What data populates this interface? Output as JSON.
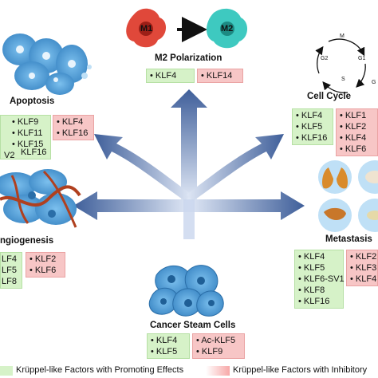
{
  "m2": {
    "title": "M2 Polarization",
    "m1_label": "M1",
    "m2_label": "M2",
    "promoting": [
      "KLF4"
    ],
    "inhibitory": [
      "KLF14"
    ]
  },
  "apoptosis": {
    "title": "Apoptosis",
    "promoting": [
      "KLF9",
      "KLF11",
      "KLF15",
      "V2",
      "KLF16"
    ],
    "inhibitory": [
      "KLF4",
      "KLF16"
    ]
  },
  "cell_cycle": {
    "title": "Cell Cycle",
    "phases": [
      "M",
      "G2",
      "G1",
      "S",
      "G"
    ],
    "promoting": [
      "KLF4",
      "KLF5",
      "KLF16"
    ],
    "inhibitory": [
      "KLF1",
      "KLF2",
      "KLF4",
      "KLF6"
    ]
  },
  "angiogenesis": {
    "title": "ngiogenesis",
    "promoting": [
      "LF4",
      "LF5",
      "LF8"
    ],
    "inhibitory": [
      "KLF2",
      "KLF6"
    ]
  },
  "metastasis": {
    "title": "Metastasis",
    "promoting": [
      "KLF4",
      "KLF5",
      "KLF6-SV1",
      "KLF8",
      "KLF16"
    ],
    "inhibitory": [
      "KLF2",
      "KLF3",
      "KLF4"
    ]
  },
  "cancer_stem": {
    "title": "Cancer Steam Cells",
    "promoting": [
      "KLF4",
      "KLF5"
    ],
    "inhibitory": [
      "Ac-KLF5",
      "KLF9"
    ]
  },
  "legend": {
    "promoting": "Krüppel-like Factors with Promoting Effects",
    "inhibitory": "Krüppel-like Factors with Inhibitory"
  },
  "colors": {
    "promoting": "#d6f2c8",
    "inhibitory": "#f7c6c6",
    "arrow": "#4e6fa8",
    "cell": "#5aa7de",
    "m1": "#e0483a",
    "m2": "#3ec9c0"
  }
}
